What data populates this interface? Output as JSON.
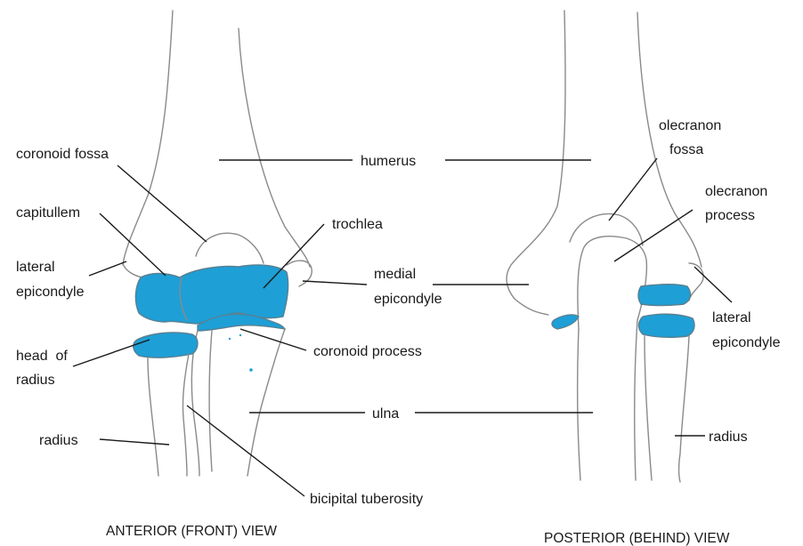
{
  "colors": {
    "cartilage": "#1e9fd6",
    "cartilage_edge": "#5a7f8f",
    "bone_outline": "#8a8a8a",
    "label_text": "#1a1a1a"
  },
  "views": {
    "anterior_title": "ANTERIOR (FRONT) VIEW",
    "posterior_title": "POSTERIOR (BEHIND) VIEW"
  },
  "labels": {
    "coronoid_fossa": "coronoid fossa",
    "humerus": "humerus",
    "olecranon_fossa_1": "olecranon",
    "olecranon_fossa_2": "fossa",
    "olecranon_process_1": "olecranon",
    "olecranon_process_2": "process",
    "capitullem": "capitullem",
    "trochlea": "trochlea",
    "lateral_epicondyle_left_1": "lateral",
    "lateral_epicondyle_left_2": "epicondyle",
    "medial_epicondyle_1": "medial",
    "medial_epicondyle_2": "epicondyle",
    "lateral_epicondyle_right_1": "lateral",
    "lateral_epicondyle_right_2": "epicondyle",
    "head_of_radius_1": "head  of",
    "head_of_radius_2": "radius",
    "coronoid_process": "coronoid process",
    "ulna": "ulna",
    "radius_left": "radius",
    "radius_right": "radius",
    "bicipital_tuberosity": "bicipital tuberosity"
  }
}
